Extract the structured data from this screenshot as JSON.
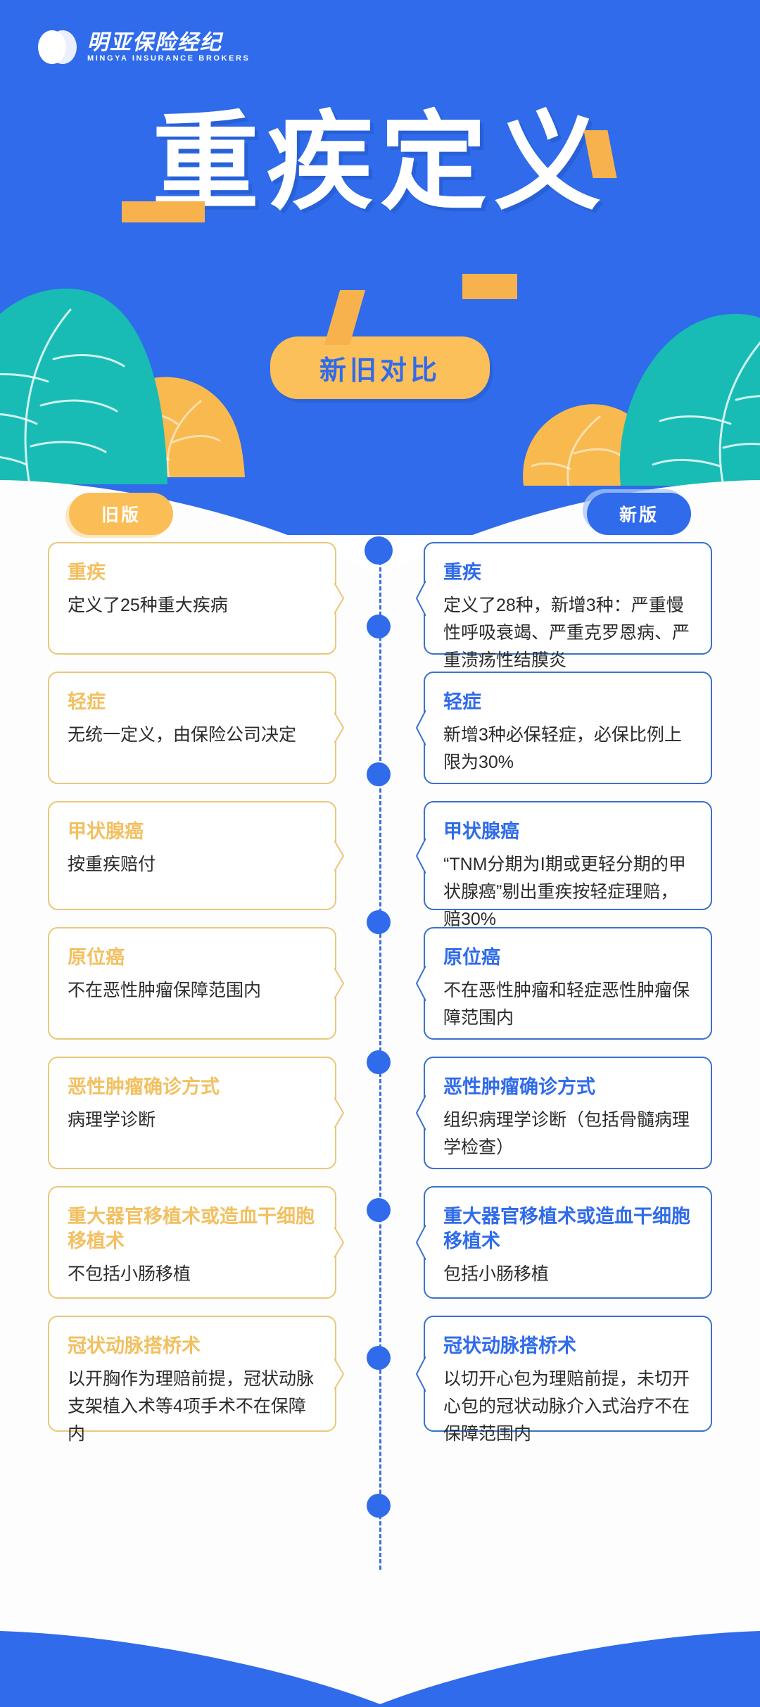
{
  "brand": {
    "logo_icon": "mingya-discs-logo",
    "name_cn": "明亚保险经纪",
    "name_en": "MINGYA INSURANCE BROKERS"
  },
  "hero": {
    "title": "重疾定义",
    "subtitle": "新旧对比"
  },
  "colors": {
    "brand_blue": "#2f6bea",
    "accent_orange": "#f8b24d",
    "pill_yellow": "#fbc05a",
    "teal_leaf": "#18bcb4",
    "orange_leaf": "#f8b94f",
    "old_border": "#e8c87a",
    "new_border": "#3a72c9",
    "old_title": "#f2c061",
    "new_title": "#2f6bea",
    "body_text": "#2b2b2b"
  },
  "columns": {
    "old_label": "旧版",
    "new_label": "新版"
  },
  "rows": [
    {
      "old": {
        "title": "重疾",
        "body": "定义了25种重大疾病"
      },
      "new": {
        "title": "重疾",
        "body": "定义了28种，新增3种：严重慢性呼吸衰竭、严重克罗恩病、严重溃疡性结膜炎"
      }
    },
    {
      "old": {
        "title": "轻症",
        "body": "无统一定义，由保险公司决定"
      },
      "new": {
        "title": "轻症",
        "body": "新增3种必保轻症，必保比例上限为30%"
      }
    },
    {
      "old": {
        "title": "甲状腺癌",
        "body": "按重疾赔付"
      },
      "new": {
        "title": "甲状腺癌",
        "body": "“TNM分期为Ⅰ期或更轻分期的甲状腺癌”剔出重疾按轻症理赔，赔30%"
      }
    },
    {
      "old": {
        "title": "原位癌",
        "body": "不在恶性肿瘤保障范围内"
      },
      "new": {
        "title": "原位癌",
        "body": "不在恶性肿瘤和轻症恶性肿瘤保障范围内"
      }
    },
    {
      "old": {
        "title": "恶性肿瘤确诊方式",
        "body": "病理学诊断"
      },
      "new": {
        "title": "恶性肿瘤确诊方式",
        "body": "组织病理学诊断（包括骨髓病理学检查）"
      }
    },
    {
      "old": {
        "title": "重大器官移植术或造血干细胞移植术",
        "body": "不包括小肠移植"
      },
      "new": {
        "title": "重大器官移植术或造血干细胞移植术",
        "body": "包括小肠移植"
      }
    },
    {
      "old": {
        "title": "冠状动脉搭桥术",
        "body": "以开胸作为理赔前提，冠状动脉支架植入术等4项手术不在保障内"
      },
      "new": {
        "title": "冠状动脉搭桥术",
        "body": "以切开心包为理赔前提，未切开心包的冠状动脉介入式治疗不在保障范围内"
      }
    }
  ]
}
